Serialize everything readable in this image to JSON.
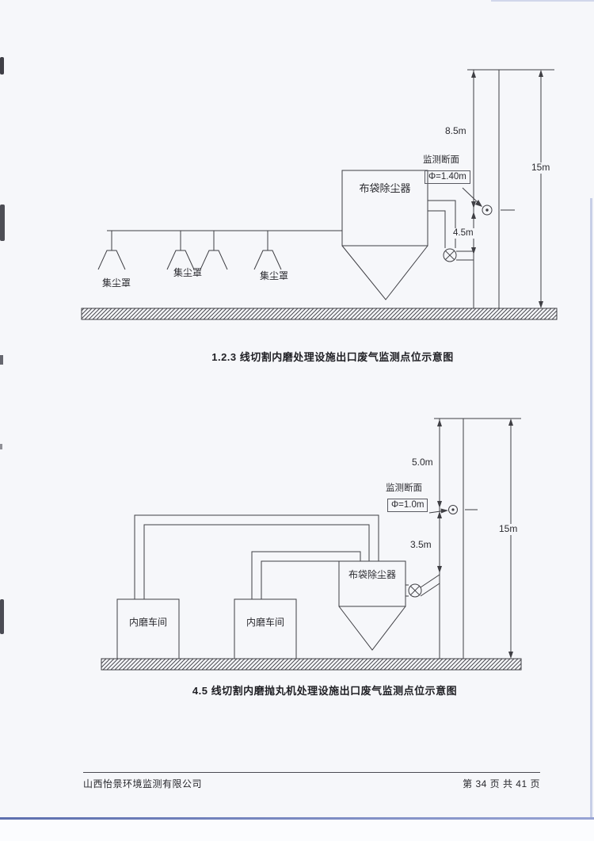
{
  "document": {
    "footer": {
      "company": "山西怡景环境监测有限公司",
      "page_indicator": "第 34 页 共 41 页"
    }
  },
  "diagram1": {
    "caption": "1.2.3 线切割内磨处理设施出口废气监测点位示意图",
    "collector_label": "布袋除尘器",
    "hood_labels": [
      "集尘罩",
      "集尘罩",
      "集尘罩"
    ],
    "monitor_label": "监测断面",
    "monitor_diameter": "Φ=1.40m",
    "dim_upper": "8.5m",
    "dim_lower": "4.5m",
    "dim_total": "15m"
  },
  "diagram2": {
    "caption": "4.5 线切割内磨抛丸机处理设施出口废气监测点位示意图",
    "collector_label": "布袋除尘器",
    "workshop_labels": [
      "内磨车间",
      "内磨车间"
    ],
    "monitor_label": "监测断面",
    "monitor_diameter": "Φ=1.0m",
    "dim_upper": "5.0m",
    "dim_lower": "3.5m",
    "dim_total": "15m"
  }
}
